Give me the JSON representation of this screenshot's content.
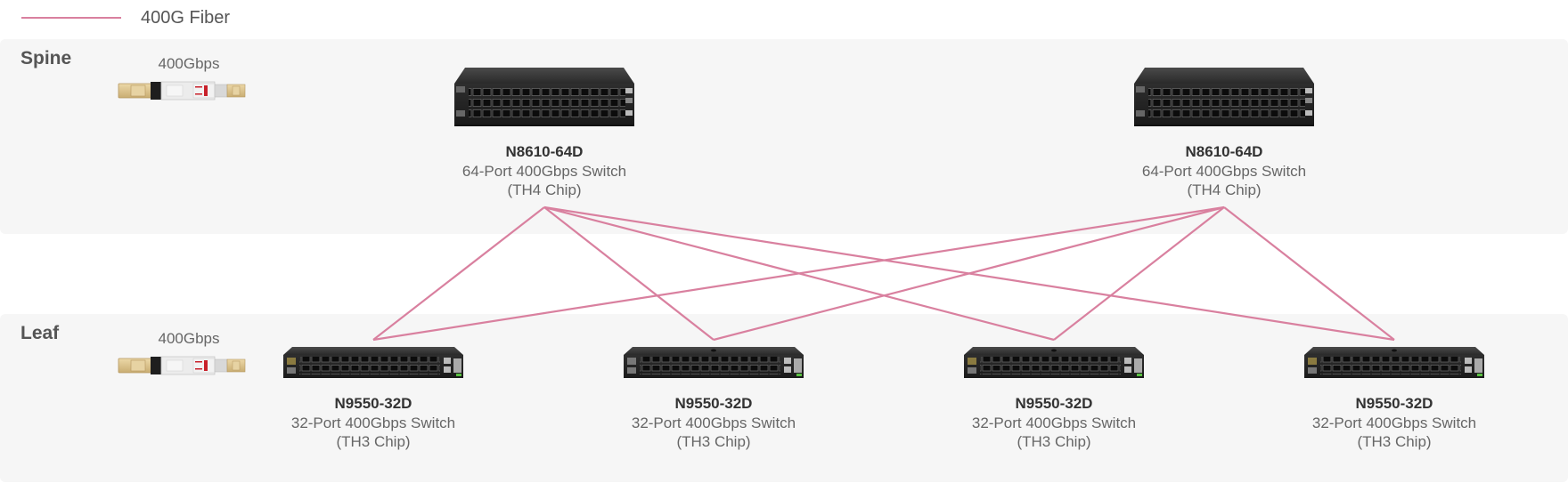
{
  "legend": {
    "label": "400G Fiber",
    "color": "#d9809f"
  },
  "tiers": {
    "spine": {
      "label": "Spine",
      "module_speed": "400Gbps",
      "devices": [
        {
          "model": "N8610-64D",
          "desc1": "64-Port 400Gbps Switch",
          "desc2": "(TH4 Chip)"
        },
        {
          "model": "N8610-64D",
          "desc1": "64-Port 400Gbps Switch",
          "desc2": "(TH4 Chip)"
        }
      ]
    },
    "leaf": {
      "label": "Leaf",
      "module_speed": "400Gbps",
      "devices": [
        {
          "model": "N9550-32D",
          "desc1": "32-Port 400Gbps Switch",
          "desc2": "(TH3 Chip)"
        },
        {
          "model": "N9550-32D",
          "desc1": "32-Port 400Gbps Switch",
          "desc2": "(TH3 Chip)"
        },
        {
          "model": "N9550-32D",
          "desc1": "32-Port 400Gbps Switch",
          "desc2": "(TH3 Chip)"
        },
        {
          "model": "N9550-32D",
          "desc1": "32-Port 400Gbps Switch",
          "desc2": "(TH3 Chip)"
        }
      ]
    }
  },
  "links": [
    {
      "from": "spine-0",
      "to": "leaf-0"
    },
    {
      "from": "spine-0",
      "to": "leaf-1"
    },
    {
      "from": "spine-0",
      "to": "leaf-2"
    },
    {
      "from": "spine-0",
      "to": "leaf-3"
    },
    {
      "from": "spine-1",
      "to": "leaf-0"
    },
    {
      "from": "spine-1",
      "to": "leaf-1"
    },
    {
      "from": "spine-1",
      "to": "leaf-2"
    },
    {
      "from": "spine-1",
      "to": "leaf-3"
    }
  ]
}
